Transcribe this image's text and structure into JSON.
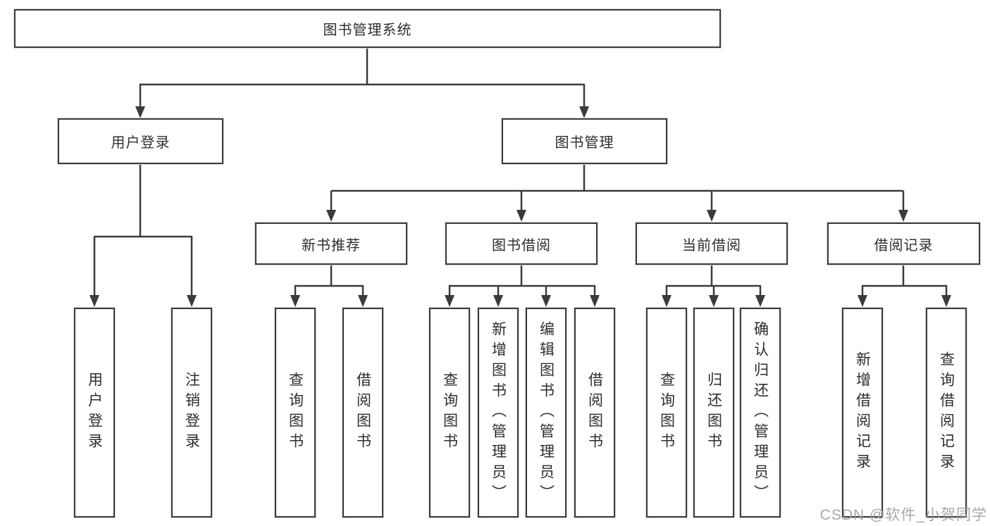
{
  "diagram": {
    "title": "图书管理系统",
    "branches": {
      "user_login": {
        "label": "用户登录",
        "children": {
          "login": "用户登录",
          "logout": "注销登录"
        }
      },
      "book_mgmt": {
        "label": "图书管理",
        "sections": {
          "new_book": {
            "label": "新书推荐",
            "children": {
              "query": "查询图书",
              "borrow": "借阅图书"
            }
          },
          "book_borrow": {
            "label": "图书借阅",
            "children": {
              "query": "查询图书",
              "add": "新增图书（管理员）",
              "edit": "编辑图书（管理员）",
              "borrow": "借阅图书"
            }
          },
          "current_borrow": {
            "label": "当前借阅",
            "children": {
              "query": "查询图书",
              "return": "归还图书",
              "confirm": "确认归还（管理员）"
            }
          },
          "borrow_record": {
            "label": "借阅记录",
            "children": {
              "add": "新增借阅记录",
              "query": "查询借阅记录"
            }
          }
        }
      }
    },
    "watermark": "CSDN @软件_小贺同学",
    "colors": {
      "line": "#3b3b3b",
      "box_border": "#3b3b3b",
      "box_fill": "#ffffff",
      "text": "#2d2d2d",
      "watermark": "#9e9e9e",
      "background": "#ffffff"
    }
  }
}
